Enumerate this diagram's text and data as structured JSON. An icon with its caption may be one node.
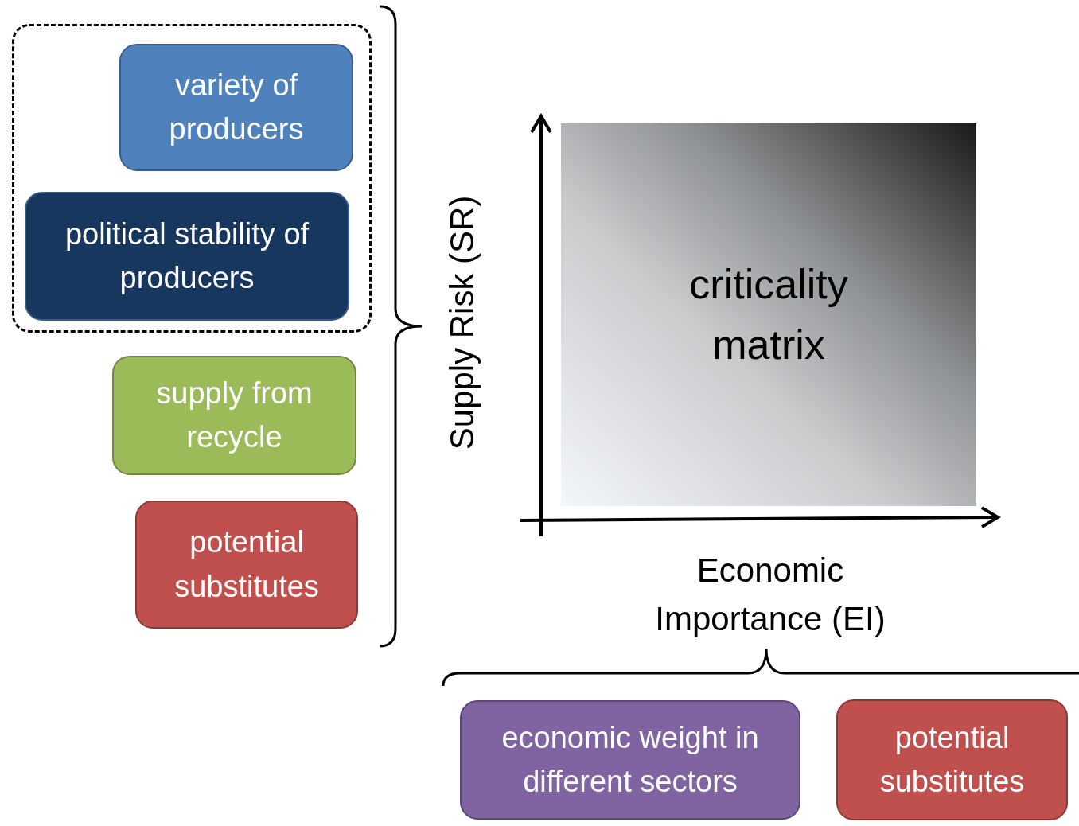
{
  "diagram": {
    "nodes": [
      {
        "text": [],
        "shape": "box"
      },
      {
        "text": [
          "variety of producers"
        ],
        "in": 0
      },
      {
        "text": [
          "political stability of producers"
        ],
        "in": 0
      },
      {
        "text": [
          "supply from recycle"
        ]
      },
      {
        "text": [
          "potential substitutes"
        ]
      },
      {
        "text": [
          "criticality matrix"
        ]
      },
      {
        "text": [
          "economic weight in different sectors"
        ]
      },
      {
        "text": [
          "potential substitutes"
        ]
      }
    ],
    "labels": [
      "Supply Risk (SR)",
      "Economic Importance (EI)"
    ]
  }
}
